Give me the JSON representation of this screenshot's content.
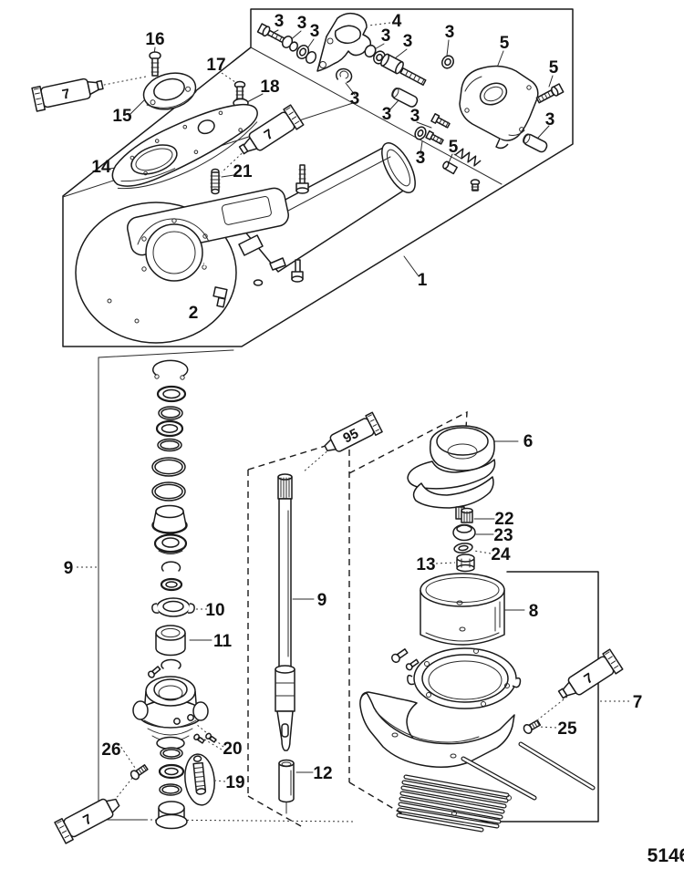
{
  "drawing_number": "5146",
  "callouts": {
    "p1": "1",
    "p2": "2",
    "p3": "3",
    "p4": "4",
    "p5": "5",
    "p6": "6",
    "p7": "7",
    "p8": "8",
    "p9": "9",
    "p10": "10",
    "p11": "11",
    "p12": "12",
    "p13": "13",
    "p14": "14",
    "p15": "15",
    "p16": "16",
    "p17": "17",
    "p18": "18",
    "p19": "19",
    "p20": "20",
    "p21": "21",
    "p22": "22",
    "p23": "23",
    "p24": "24",
    "p25": "25",
    "p26": "26"
  },
  "tubes": {
    "sealant": "7",
    "lubricant": "95"
  }
}
